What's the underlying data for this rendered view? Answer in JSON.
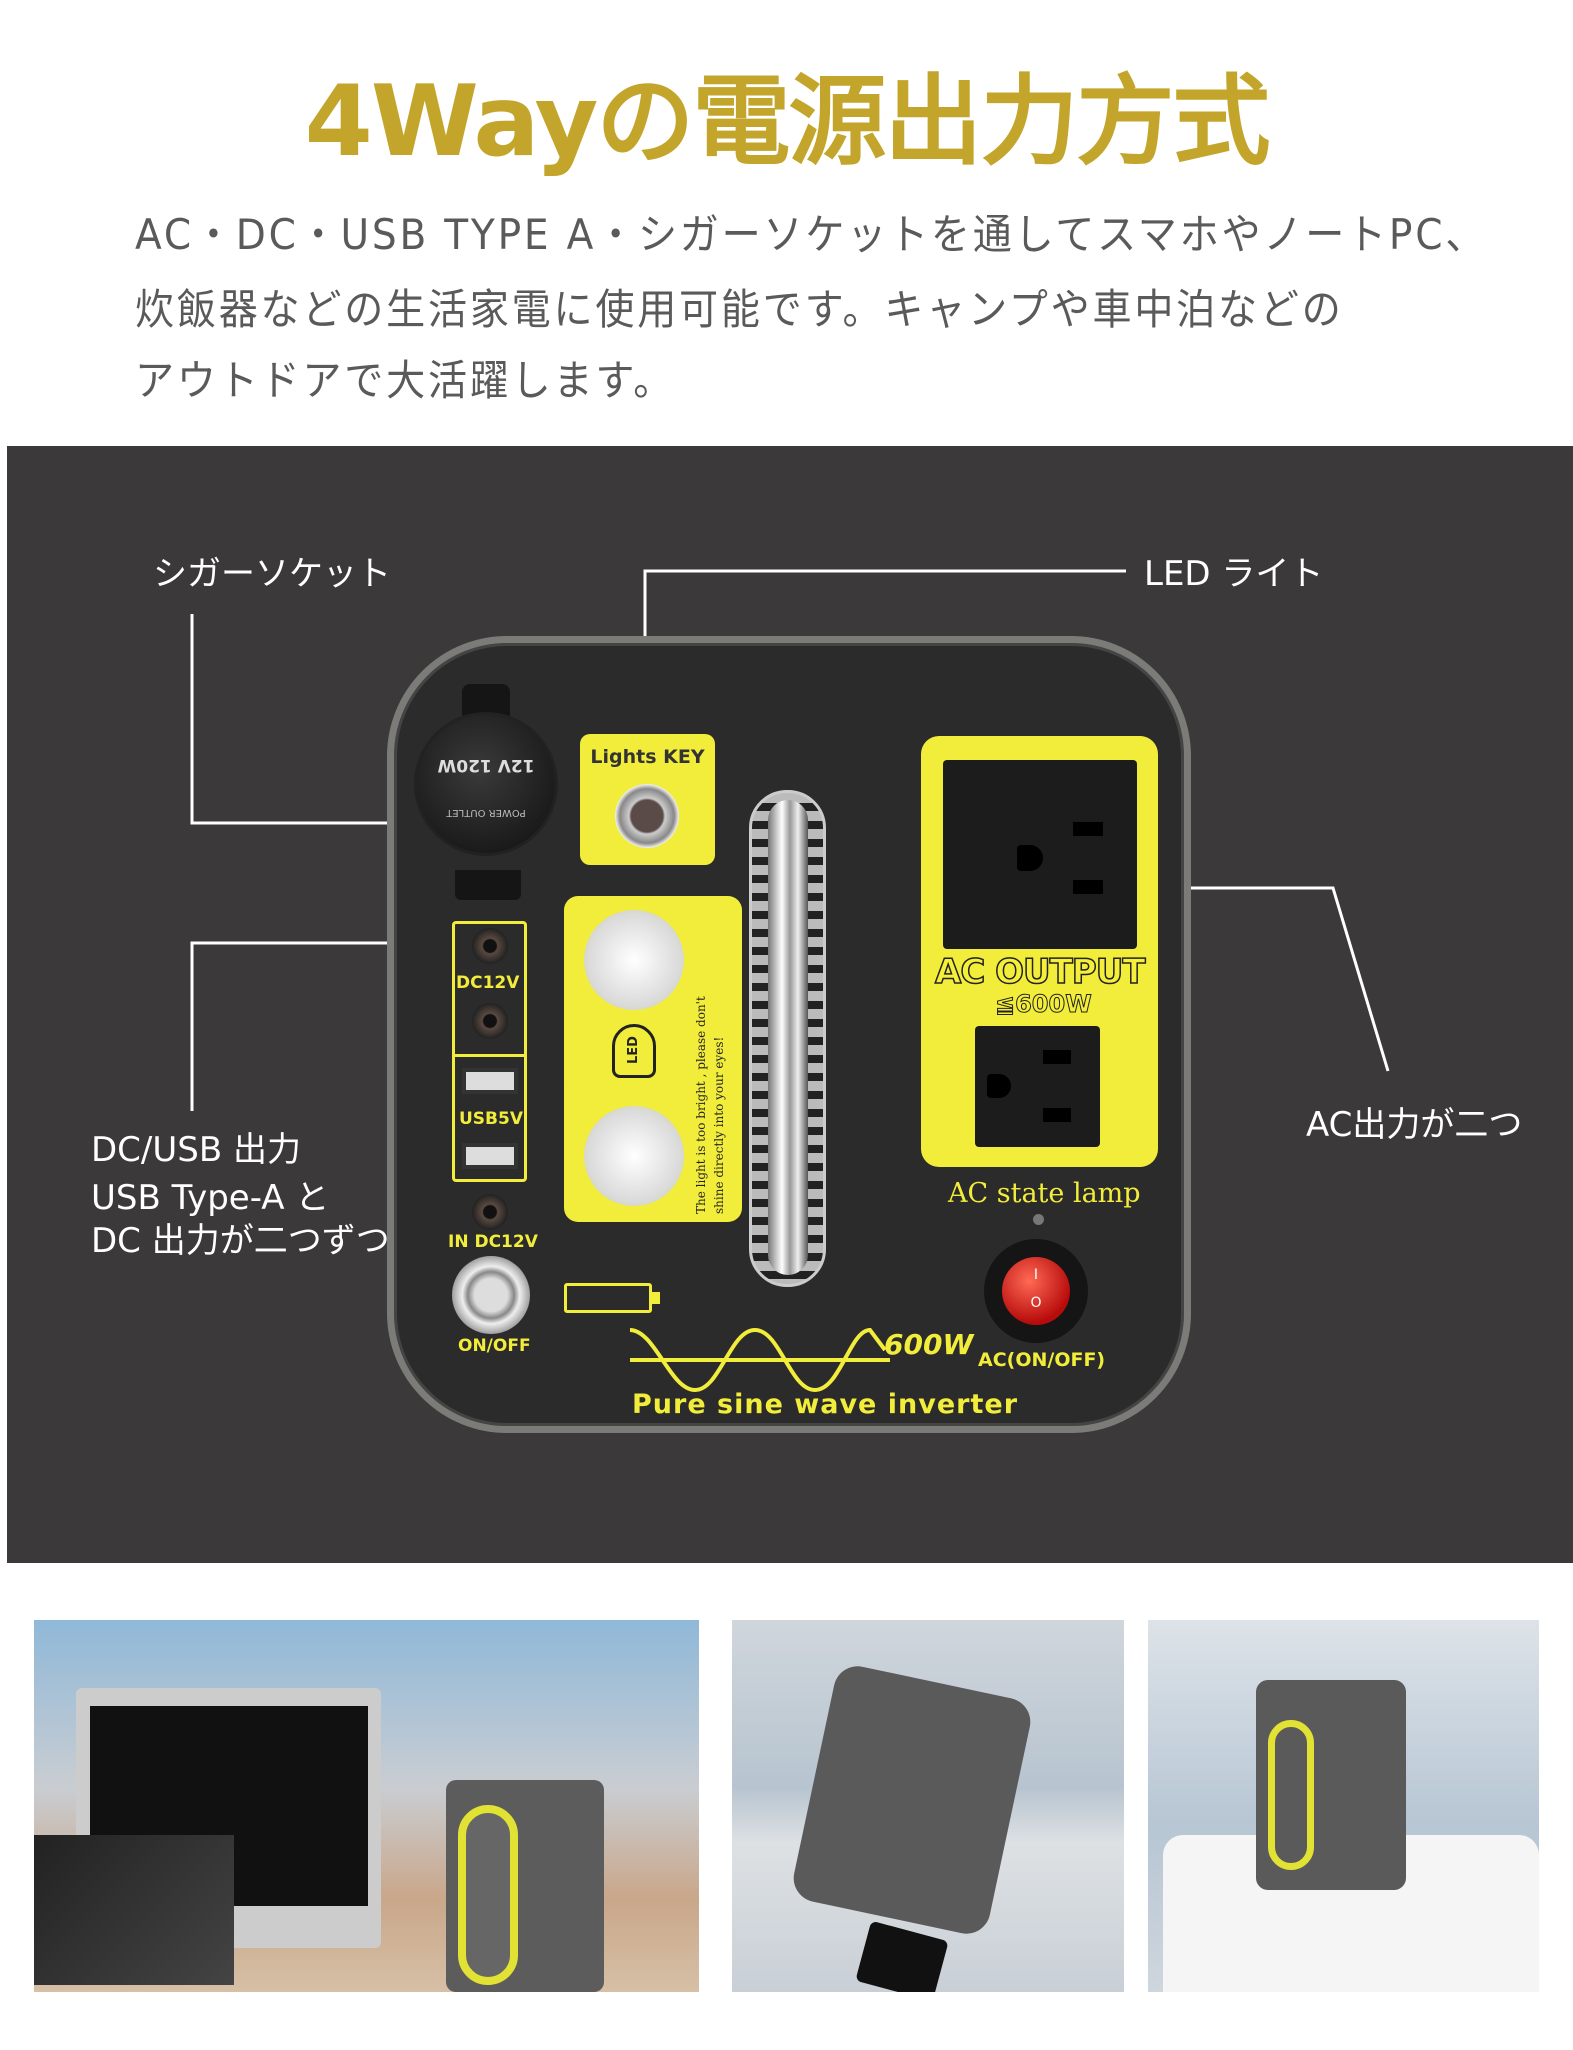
{
  "header": {
    "title": "4Wayの電源出力方式",
    "description_lines": [
      "AC・DC・USB TYPE A・シガーソケットを通してスマホやノートPC、",
      "炊飯器などの生活家電に使用可能です。キャンプや車中泊などの",
      "アウトドアで大活躍します。"
    ]
  },
  "callouts": {
    "cigar": "シガーソケット",
    "led": "LED ライト",
    "ac": "AC出力が二つ",
    "dcusb": [
      "DC/USB 出力",
      "USB Type-A と",
      "DC 出力が二つずつ"
    ]
  },
  "device": {
    "cigar_cap": "12V 120W",
    "cigar_ring": "POWER OUTLET",
    "lights_key": "Lights KEY",
    "led_badge": "LED",
    "led_warning": [
      "The light is too bright , please don't",
      "shine directly into your eyes!"
    ],
    "dc12v": "DC12V",
    "usb5v": "USB5V",
    "output": "OUTPUT",
    "in_dc12v": "IN DC12V",
    "on_off": "ON/OFF",
    "ac_output": "AC OUTPUT",
    "ac_rating": "≦600W",
    "ac_state_lamp": "AC state lamp",
    "ac_on_off": "AC(ON/OFF)",
    "wave_watt": "600W",
    "inverter": "Pure sine wave inverter",
    "switch_on": "I",
    "switch_off": "O"
  },
  "colors": {
    "title": "#c4a52c",
    "accent_yellow": "#f2ec3a",
    "panel": "#3b393a"
  }
}
